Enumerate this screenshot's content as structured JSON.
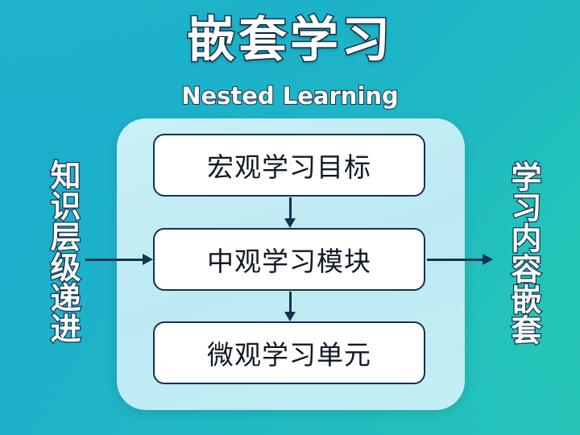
{
  "header": {
    "title": "嵌套学习",
    "subtitle": "Nested Learning"
  },
  "diagram": {
    "levels": [
      {
        "label": "宏观学习目标"
      },
      {
        "label": "中观学习模块"
      },
      {
        "label": "微观学习单元"
      }
    ],
    "left_label": "知识层级递进",
    "right_label": "学习内容嵌套",
    "connectors": [
      {
        "from": "宏观学习目标",
        "to": "中观学习模块",
        "direction": "down"
      },
      {
        "from": "中观学习模块",
        "to": "微观学习单元",
        "direction": "down"
      },
      {
        "from": "知识层级递进",
        "to": "中观学习模块",
        "direction": "right"
      },
      {
        "from": "中观学习模块",
        "to": "学习内容嵌套",
        "direction": "right"
      }
    ]
  },
  "colors": {
    "background_start": "#1cb3c8",
    "background_end": "#2ed6a9",
    "panel": "#c2eef5",
    "box_fill": "#ffffff",
    "stroke": "#16324f",
    "text_dark": "#111a24"
  }
}
